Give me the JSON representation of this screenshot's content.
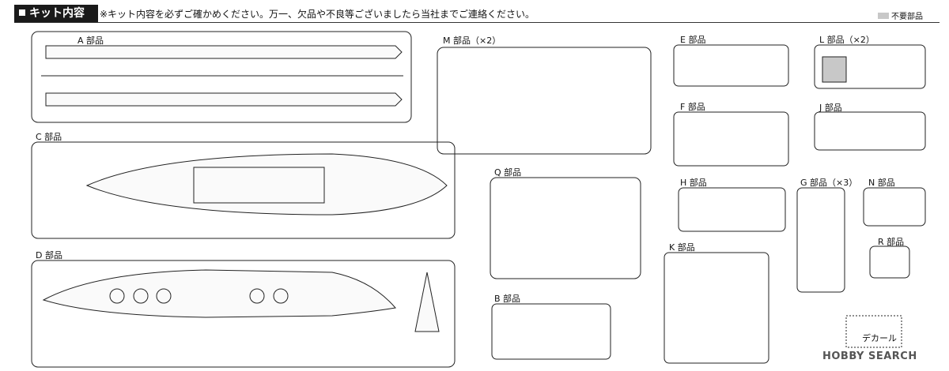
{
  "header": {
    "title": "キット内容",
    "notice": "※キット内容を必ずご確かめください。万一、欠品や不良等ございましたら当社までご連絡ください。",
    "unneeded_legend": "不要部品"
  },
  "parts": {
    "A": "A 部品",
    "C": "C 部品",
    "D": "D 部品",
    "M": "M 部品（×2）",
    "Q": "Q 部品",
    "B": "B 部品",
    "E": "E 部品",
    "L": "L 部品（×2）",
    "F": "F 部品",
    "J": "J 部品",
    "H": "H 部品",
    "G": "G 部品（×3）",
    "N": "N 部品",
    "K": "K 部品",
    "R": "R 部品"
  },
  "decal": "デカール",
  "watermark": "HOBBY SEARCH"
}
